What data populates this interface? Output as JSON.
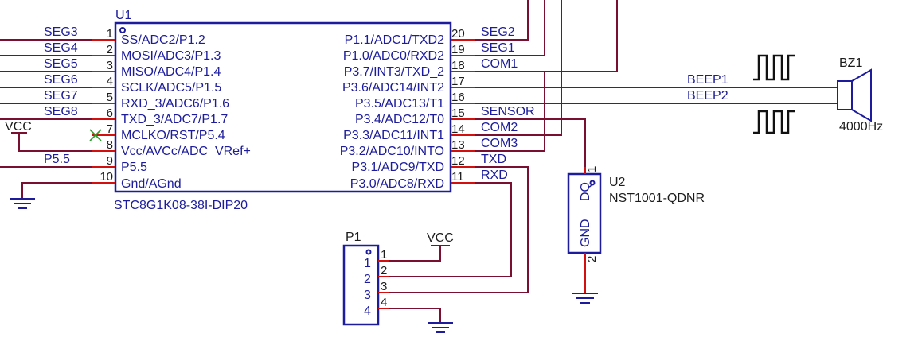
{
  "u1": {
    "ref": "U1",
    "part": "STC8G1K08-38I-DIP20",
    "left_pins": [
      {
        "num": "1",
        "name": "SS/ADC2/P1.2",
        "net": "SEG3"
      },
      {
        "num": "2",
        "name": "MOSI/ADC3/P1.3",
        "net": "SEG4"
      },
      {
        "num": "3",
        "name": "MISO/ADC4/P1.4",
        "net": "SEG5"
      },
      {
        "num": "4",
        "name": "SCLK/ADC5/P1.5",
        "net": "SEG6"
      },
      {
        "num": "5",
        "name": "RXD_3/ADC6/P1.6",
        "net": "SEG7"
      },
      {
        "num": "6",
        "name": "TXD_3/ADC7/P1.7",
        "net": "SEG8"
      },
      {
        "num": "7",
        "name": "MCLKO/RST/P5.4",
        "net": ""
      },
      {
        "num": "8",
        "name": "Vcc/AVCc/ADC_VRef+",
        "net": ""
      },
      {
        "num": "9",
        "name": "P5.5",
        "net": "P5.5"
      },
      {
        "num": "10",
        "name": "Gnd/AGnd",
        "net": ""
      }
    ],
    "right_pins": [
      {
        "num": "20",
        "name": "P1.1/ADC1/TXD2",
        "net": "SEG2"
      },
      {
        "num": "19",
        "name": "P1.0/ADC0/RXD2",
        "net": "SEG1"
      },
      {
        "num": "18",
        "name": "P3.7/INT3/TXD_2",
        "net": "COM1"
      },
      {
        "num": "17",
        "name": "P3.6/ADC14/INT2",
        "net": ""
      },
      {
        "num": "16",
        "name": "P3.5/ADC13/T1",
        "net": ""
      },
      {
        "num": "15",
        "name": "P3.4/ADC12/T0",
        "net": "SENSOR"
      },
      {
        "num": "14",
        "name": "P3.3/ADC11/INT1",
        "net": "COM2"
      },
      {
        "num": "13",
        "name": "P3.2/ADC10/INTO",
        "net": "COM3"
      },
      {
        "num": "12",
        "name": "P3.1/ADC9/TXD",
        "net": "TXD"
      },
      {
        "num": "11",
        "name": "P3.0/ADC8/RXD",
        "net": "RXD"
      }
    ]
  },
  "vcc_label_left": "VCC",
  "vcc_label_p1": "VCC",
  "p1": {
    "ref": "P1",
    "pins": [
      "1",
      "2",
      "3",
      "4"
    ]
  },
  "u2": {
    "ref": "U2",
    "part": "NST1001-QDNR",
    "pin_dq": "DQ",
    "pin_gnd": "GND",
    "num_dq": "1",
    "num_gnd": "2"
  },
  "bz1": {
    "ref": "BZ1",
    "freq": "4000Hz",
    "net1": "BEEP1",
    "net2": "BEEP2"
  },
  "colors": {
    "wire": "#7a1030",
    "pin": "#d21010",
    "body": "#1c1c9c",
    "text": "#1c1c9c"
  },
  "icons": {
    "no_connect": "no-connect-x-icon",
    "ground": "ground-icon",
    "buzzer": "speaker-icon",
    "square_wave": "square-wave-icon"
  }
}
